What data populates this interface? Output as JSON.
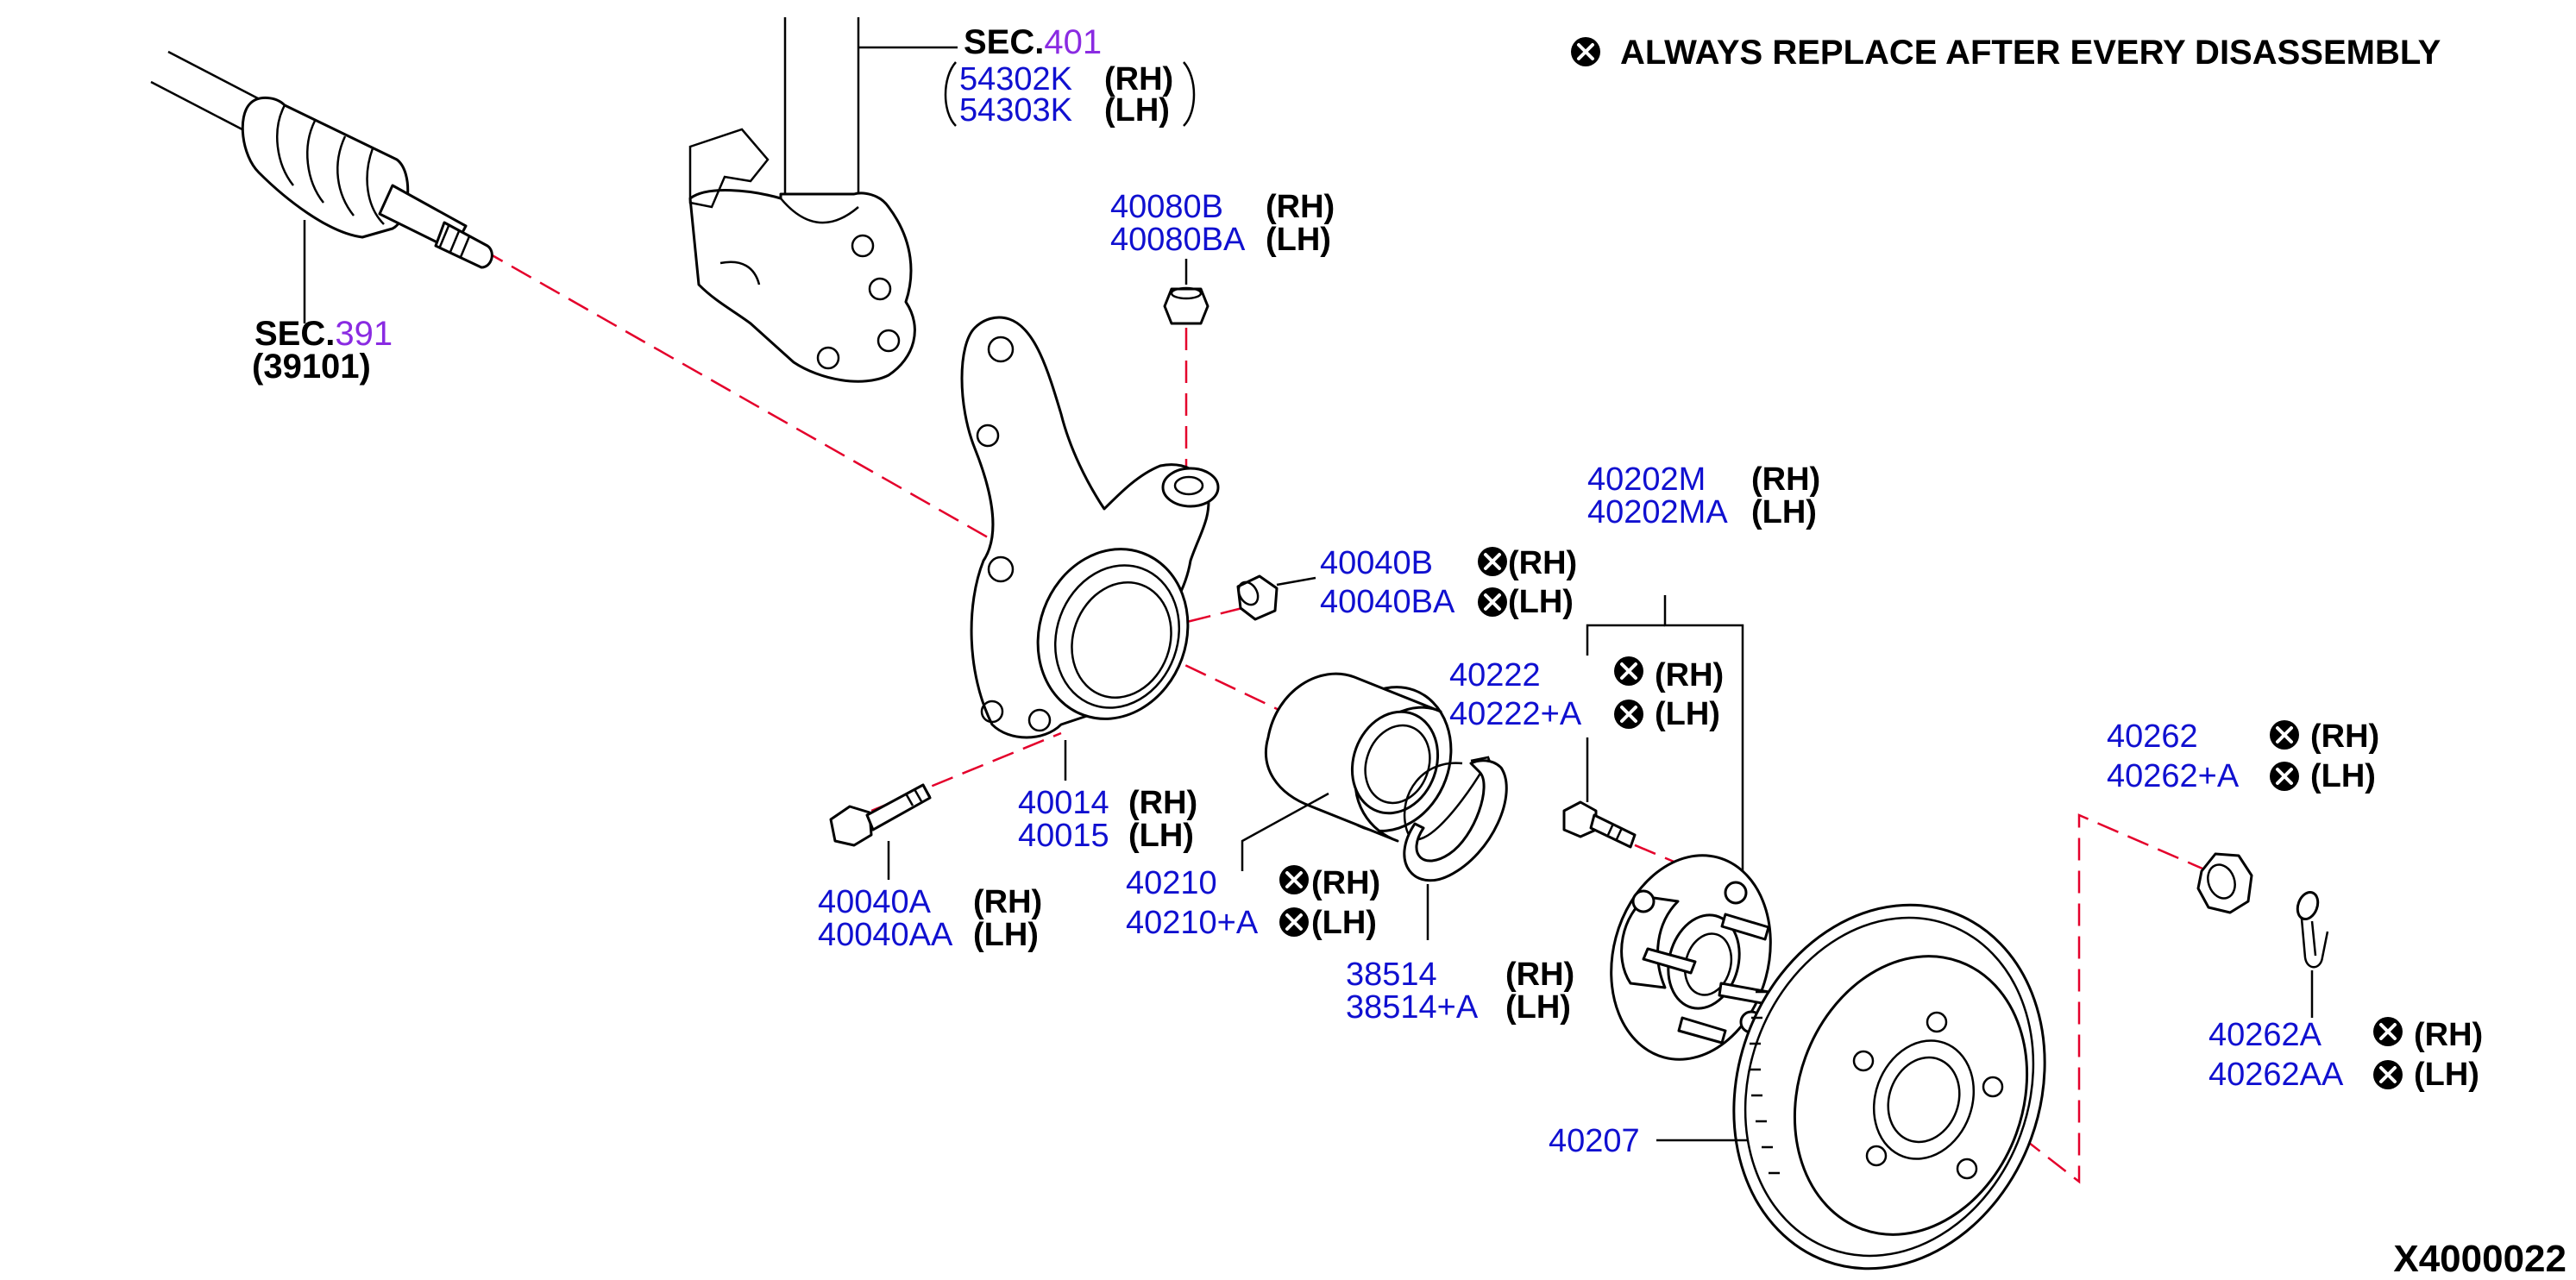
{
  "note": {
    "text": "ALWAYS REPLACE AFTER EVERY DISASSEMBLY"
  },
  "diagram_code": "X4000022",
  "sections": {
    "sec401": {
      "prefix": "SEC.",
      "number": "401",
      "rh_pn": "54302K",
      "rh_side": "(RH)",
      "lh_pn": "54303K",
      "lh_side": "(LH)"
    },
    "sec391": {
      "prefix": "SEC.",
      "number": "391",
      "sub": "(39101)"
    }
  },
  "callouts": {
    "p40080": {
      "rh_pn": "40080B",
      "rh_side": "(RH)",
      "lh_pn": "40080BA",
      "lh_side": "(LH)"
    },
    "p40202": {
      "rh_pn": "40202M",
      "rh_side": "(RH)",
      "lh_pn": "40202MA",
      "lh_side": "(LH)"
    },
    "p40040b": {
      "rh_pn": "40040B",
      "rh_side": "(RH)",
      "lh_pn": "40040BA",
      "lh_side": "(LH)"
    },
    "p40222": {
      "rh_pn": "40222",
      "rh_side": "(RH)",
      "lh_pn": "40222+A",
      "lh_side": "(LH)"
    },
    "p40262": {
      "rh_pn": "40262",
      "rh_side": "(RH)",
      "lh_pn": "40262+A",
      "lh_side": "(LH)"
    },
    "p40014": {
      "rh_pn": "40014",
      "rh_side": "(RH)",
      "lh_pn": "40015",
      "lh_side": "(LH)"
    },
    "p40210": {
      "rh_pn": "40210",
      "rh_side": "(RH)",
      "lh_pn": "40210+A",
      "lh_side": "(LH)"
    },
    "p40040a": {
      "rh_pn": "40040A",
      "rh_side": "(RH)",
      "lh_pn": "40040AA",
      "lh_side": "(LH)"
    },
    "p38514": {
      "rh_pn": "38514",
      "rh_side": "(RH)",
      "lh_pn": "38514+A",
      "lh_side": "(LH)"
    },
    "p40262a": {
      "rh_pn": "40262A",
      "rh_side": "(RH)",
      "lh_pn": "40262AA",
      "lh_side": "(LH)"
    },
    "p40207": {
      "pn": "40207"
    }
  },
  "icons": {
    "replace": "replace-always-icon"
  },
  "colors": {
    "part_number": "#1010d0",
    "section_number": "#8a2be2",
    "centerline": "#e4002b",
    "text": "#000000"
  }
}
